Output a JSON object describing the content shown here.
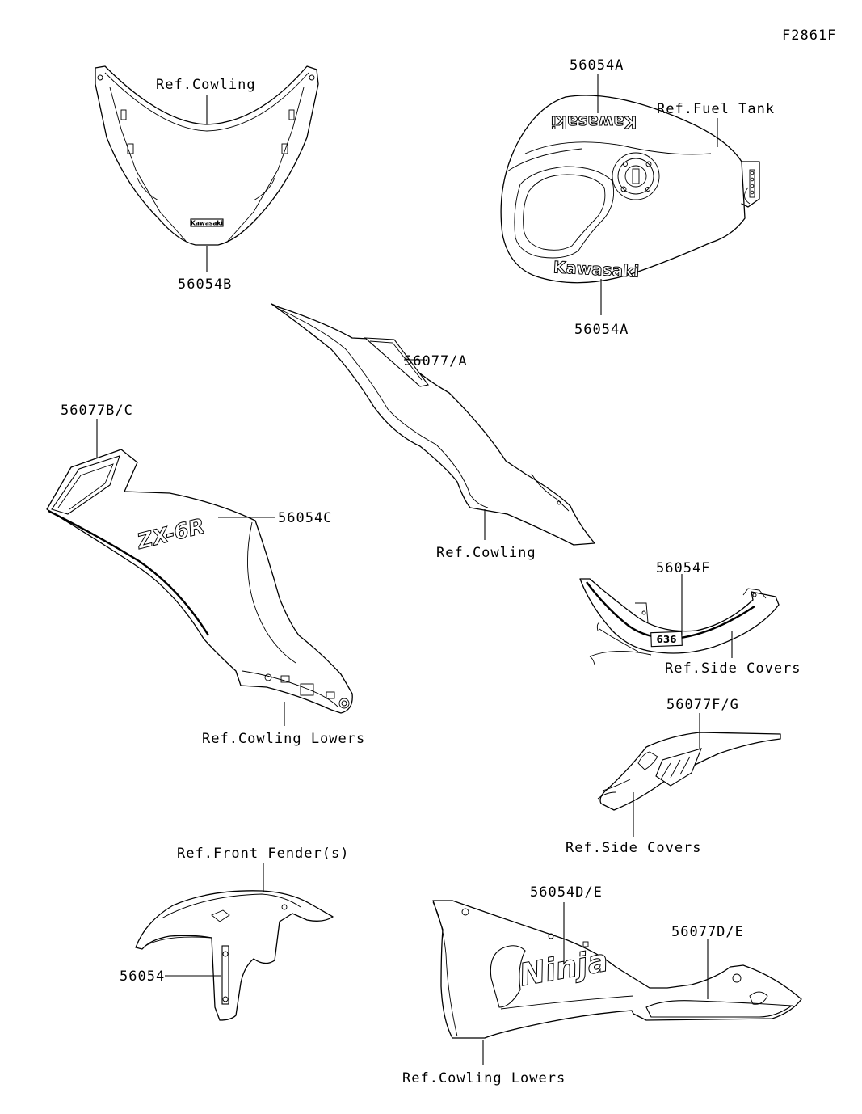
{
  "figure_code": "F2861F",
  "labels": {
    "cowl_ref": "Ref.Cowling",
    "cowl_part": "56054B",
    "tank_part_top": "56054A",
    "tank_ref": "Ref.Fuel Tank",
    "tank_part_bottom": "56054A",
    "cowl_side_part": "56077/A",
    "cowl_side_ref": "Ref.Cowling",
    "lower_left_part_top": "56077B/C",
    "lower_left_part_zx": "56054C",
    "lower_left_ref": "Ref.Cowling Lowers",
    "side_cover_part": "56054F",
    "side_cover_ref": "Ref.Side Covers",
    "side_cover2_part": "56077F/G",
    "side_cover2_ref": "Ref.Side Covers",
    "fender_ref": "Ref.Front Fender(s)",
    "fender_part": "56054",
    "lower_right_part_ninja": "56054D/E",
    "lower_right_part_stripe": "56077D/E",
    "lower_right_ref": "Ref.Cowling Lowers"
  },
  "logos": {
    "kawasaki_small": "Kawasaki",
    "kawasaki_tank": "Kawasaki",
    "zx6r": "ZX-6R",
    "ninja": "Ninja",
    "side_636": "636"
  }
}
